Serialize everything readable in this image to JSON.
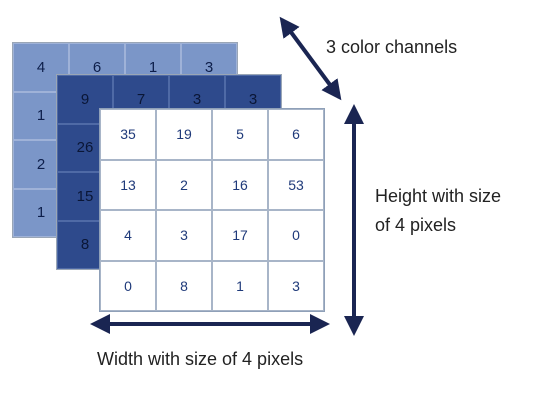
{
  "labels": {
    "channels": "3 color channels",
    "height_line1": "Height with size",
    "height_line2": "of 4 pixels",
    "width": "Width with size of 4 pixels"
  },
  "layers": [
    {
      "name": "back-channel",
      "color": "#7b96c8",
      "cells": [
        [
          "4",
          "6",
          "1",
          "3"
        ],
        [
          "1",
          "",
          "",
          ""
        ],
        [
          "2",
          "",
          "",
          ""
        ],
        [
          "1",
          "",
          "",
          ""
        ]
      ]
    },
    {
      "name": "middle-channel",
      "color": "#2e4a8c",
      "cells": [
        [
          "9",
          "7",
          "3",
          "3"
        ],
        [
          "26",
          "",
          "",
          ""
        ],
        [
          "15",
          "",
          "",
          ""
        ],
        [
          "8",
          "",
          "",
          ""
        ]
      ]
    },
    {
      "name": "front-channel",
      "color": "#ffffff",
      "cells": [
        [
          "35",
          "19",
          "5",
          "6"
        ],
        [
          "13",
          "2",
          "16",
          "53"
        ],
        [
          "4",
          "3",
          "17",
          "0"
        ],
        [
          "0",
          "8",
          "1",
          "3"
        ]
      ]
    }
  ],
  "colors": {
    "arrow": "#1a2552",
    "text": "#222222",
    "cell_text": "#1f3a7a"
  }
}
